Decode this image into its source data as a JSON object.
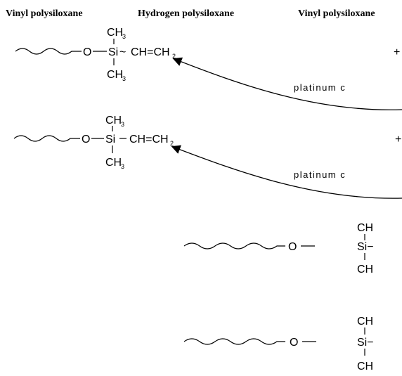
{
  "headers": {
    "left": "Vinyl polysiloxane",
    "middle": "Hydrogen polysiloxane",
    "right": "Vinyl polysiloxane"
  },
  "molecule": {
    "o": "O",
    "si": "Si",
    "ch3_top": "CH",
    "ch3_bottom": "CH",
    "sub3": "3",
    "vinyl_a": "CH=CH",
    "sub2": "2"
  },
  "catalyst_text": "platinum c",
  "right_fragments": {
    "plus_top": "+",
    "plus_second": "+",
    "ch_top_3": "CH",
    "si_3": "Si−",
    "ch_bottom_3": "CH",
    "ch_top_4": "CH",
    "si_4": "Si−",
    "ch_bottom_4": "CH"
  },
  "lower_chain": {
    "o": "O"
  }
}
